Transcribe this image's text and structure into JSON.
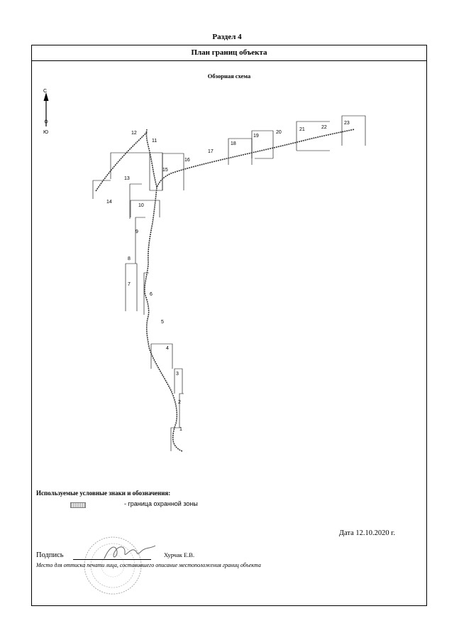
{
  "section": "Раздел 4",
  "header": "План границ объекта",
  "scheme_title": "Обзорная схема",
  "compass": {
    "north": "С",
    "south": "Ю"
  },
  "point_labels": [
    "1",
    "2",
    "3",
    "4",
    "5",
    "6",
    "7",
    "8",
    "9",
    "10",
    "11",
    "12",
    "13",
    "14",
    "15",
    "16",
    "17",
    "18",
    "19",
    "20",
    "21",
    "22",
    "23"
  ],
  "legend": {
    "title": "Используемые условные знаки и обозначения:",
    "items": [
      {
        "label": "- граница  охранной зоны",
        "icon": "dashed-boundary-swatch"
      }
    ]
  },
  "date": "Дата 12.10.2020 г.",
  "signature": {
    "label": "Подпись",
    "name": "Хурчак Е.В."
  },
  "stamp_note": "Место для оттиска печати лица, составившего описание местоположения границ объекта"
}
